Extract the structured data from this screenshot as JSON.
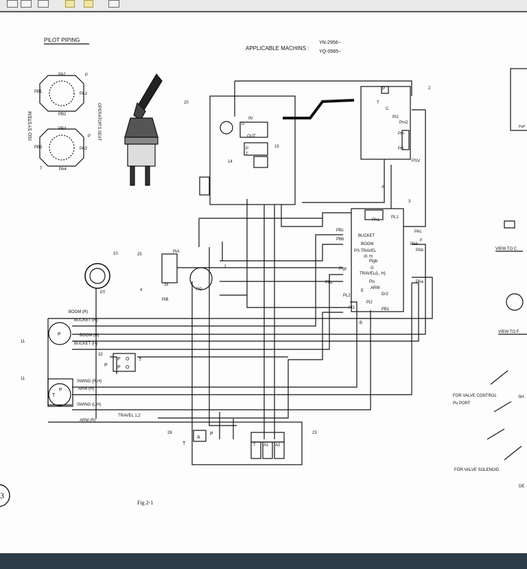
{
  "toolbar": {
    "buttons": [
      "save-icon",
      "print-icon",
      "open-icon",
      "edit-icon",
      "select-icon"
    ]
  },
  "header": {
    "pilot_piping": "PILOT PIPING",
    "applicable": "APPLICABLE MACHINS :",
    "serial_1": "YN-2956~",
    "serial_2": "YQ-0565~"
  },
  "iso": {
    "system": "ISO SYSTEM",
    "operator": "OPERATOR'S SEAT"
  },
  "ports": {
    "pa2": "PA2",
    "p": "P",
    "pb1": "PB1",
    "pa1": "PA1",
    "pb2": "PB2",
    "pb4": "PB4",
    "pb3": "PB3",
    "pa3": "PA3",
    "pa4": "PA4",
    "t": "T"
  },
  "parts": {
    "n2": "2",
    "n3": "3",
    "n4": "4",
    "n10": "10",
    "n11a": "11",
    "n11b": "11",
    "n14": "14",
    "n15": "15",
    "n20": "20",
    "n23": "23",
    "n25": "25",
    "n28": "28",
    "n32": "32"
  },
  "lines": {
    "boom_r": "BOOM (R)",
    "bucket_r": "BUCKET (R)",
    "boom_h": "BOOM (H)",
    "bucket_h": "BUCKET (H)",
    "swing_rh": "SWING (R.H)",
    "arm_h": "ARM (H)",
    "swing_lh": "SWING (L.H)",
    "arm_r": "ARM (R)",
    "travel": "TRAVEL 1,2"
  },
  "valve": {
    "bucket": "BUCKET",
    "boom": "BOOM",
    "ps_travel": "PS TRAVEL",
    "rh": "(R, H)",
    "travel_lh": "TRAVEL(L, H)",
    "arm": "ARM",
    "pa1": "PA1",
    "pl1": "PL1",
    "pac": "PAc",
    "pab": "PAb",
    "pab2": "PAb",
    "paa": "PAa",
    "pbc": "PBc",
    "pbb": "PBb",
    "pigc": "Pigc",
    "pigb": "Pigb",
    "pis": "Pis",
    "pbz": "PBz",
    "pl2": "PL2",
    "pi2": "Pi2",
    "pi3": "Pi3",
    "pb1": "PB1",
    "dr2": "Dr2",
    "c": "C",
    "e": "E",
    "f": "F",
    "b": "B",
    "a": "A",
    "g": "G"
  },
  "pump": {
    "psv": "PSV",
    "pi2": "Pi2",
    "pm2": "Pm2",
    "pm1": "Pm",
    "pi1": "Pi1",
    "p": "P",
    "t": "T",
    "c": "C"
  },
  "tank": {
    "in": "IN",
    "out": "OUT",
    "d": "D",
    "p": "P",
    "t": "T"
  },
  "misc": {
    "pt": "PT",
    "pia": "PiA",
    "pib": "PiB",
    "pi": "Pi",
    "pg": "PG",
    "j": "J"
  },
  "solenoid": {
    "p": "P",
    "t": "T",
    "a": "A",
    "a1": "A1",
    "a2": "A2"
  },
  "block32": {
    "p1": "P",
    "p2": "P",
    "o1": "O",
    "o2": "O",
    "pin": "P",
    "tout": "T"
  },
  "right": {
    "view_c": "VIEW TO C",
    "view_f": "VIEW TO F",
    "for_valve": "FOR VALVE CONTROL",
    "pu_port": "Pu PORT",
    "for_solenoid": "FOR VALVE SOLENOID",
    "sh": "SH",
    "de": "DE",
    "pop": "PoP"
  },
  "fig": "Fig 2-1",
  "page_num": "3"
}
